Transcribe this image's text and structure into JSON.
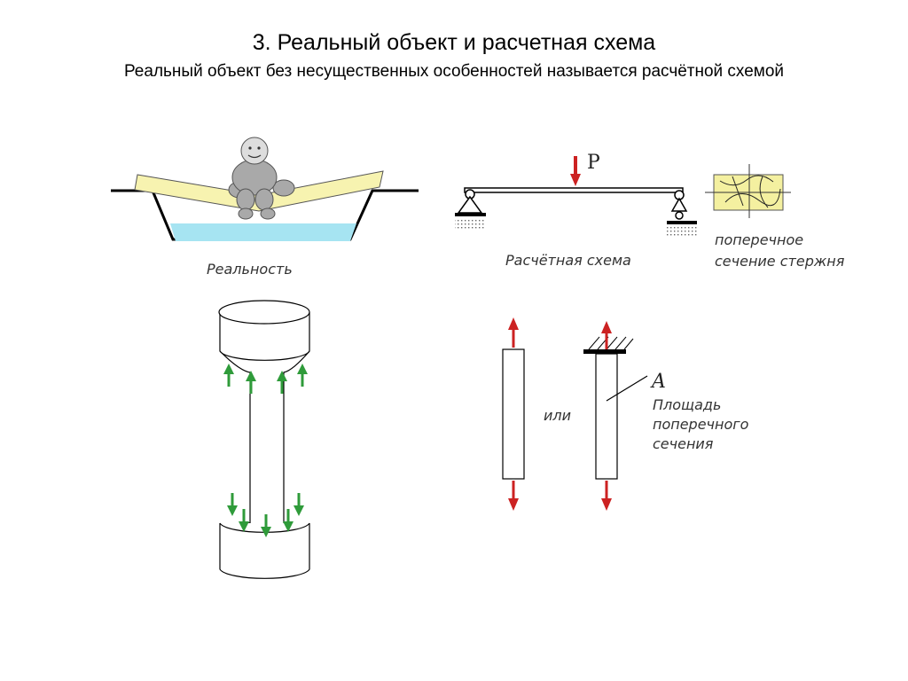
{
  "header": {
    "title": "3. Реальный объект и расчетная схема",
    "subtitle": "Реальный объект без несущественных особенностей называется расчётной схемой"
  },
  "labels": {
    "reality": "Реальность",
    "design_scheme": "Расчётная схема",
    "cross_section_line1": "поперечное",
    "cross_section_line2": "сечение стержня",
    "load": "P",
    "or": "или",
    "area_symbol": "A",
    "area_line1": "Площадь",
    "area_line2": "поперечного",
    "area_line3": "сечения"
  },
  "colors": {
    "plank": "#f7f3b0",
    "water": "#a6e4f2",
    "figure": "#a9a9a9",
    "green_arrow": "#2f9b3a",
    "red_arrow": "#cc2222",
    "section_fill": "#f4f0a0"
  }
}
